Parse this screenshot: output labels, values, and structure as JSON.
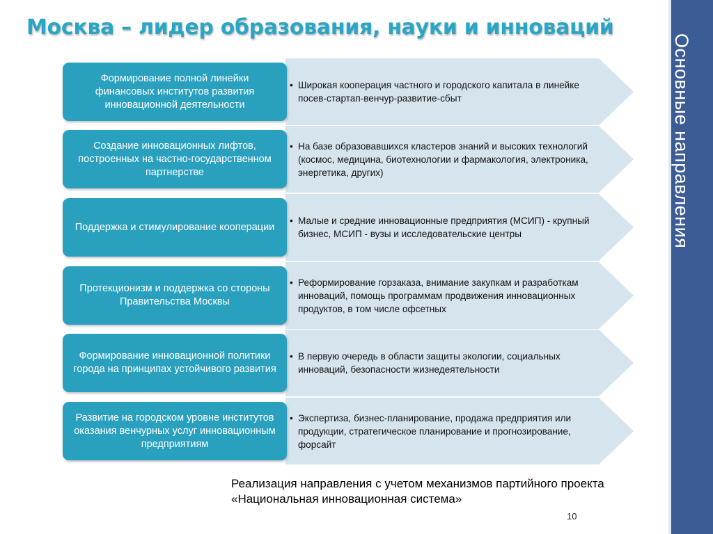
{
  "slide": {
    "title": "Москва – лидер образования, науки и инноваций",
    "side_label": "Основные направления",
    "rows": [
      {
        "direction": "Формирование полной линейки финансовых институтов развития инновационной деятельности",
        "detail": "Широкая кооперация частного и городского капитала в линейке посев-стартап-венчур-развитие-сбыт"
      },
      {
        "direction": "Создание инновационных лифтов, построенных на частно-государственном партнерстве",
        "detail": "На базе образовавшихся кластеров знаний и высоких технологий (космос, медицина, биотехнологии и фармакология, электроника, энергетика, других)"
      },
      {
        "direction": "Поддержка и стимулирование кооперации",
        "detail": "Малые и средние инновационные предприятия (МСИП) - крупный бизнес, МСИП - вузы и исследовательские центры"
      },
      {
        "direction": "Протекционизм и поддержка со стороны Правительства Москвы",
        "detail": "Реформирование горзаказа, внимание закупкам и разработкам инноваций, помощь программам продвижения инновационных продуктов, в том числе офсетных"
      },
      {
        "direction": "Формирование инновационной политики города на принципах устойчивого развития",
        "detail": "В первую очередь в области защиты экологии, социальных инноваций, безопасности жизнедеятельности"
      },
      {
        "direction": "Развитие на городском уровне институтов оказания венчурных услуг инновационным предприятиям",
        "detail": "Экспертиза, бизнес-планирование, продажа предприятия или продукции, стратегическое планирование и прогнозирование, форсайт"
      }
    ],
    "footer_note": "Реализация направления с учетом механизмов партийного проекта «Национальная инновационная система»",
    "page_number": "10",
    "bullet_char": "•",
    "colors": {
      "title": "#2aa6c5",
      "box": "#2aa0bf",
      "arrow": "#d6e4ee",
      "sidebar": "#3c5c96"
    }
  }
}
